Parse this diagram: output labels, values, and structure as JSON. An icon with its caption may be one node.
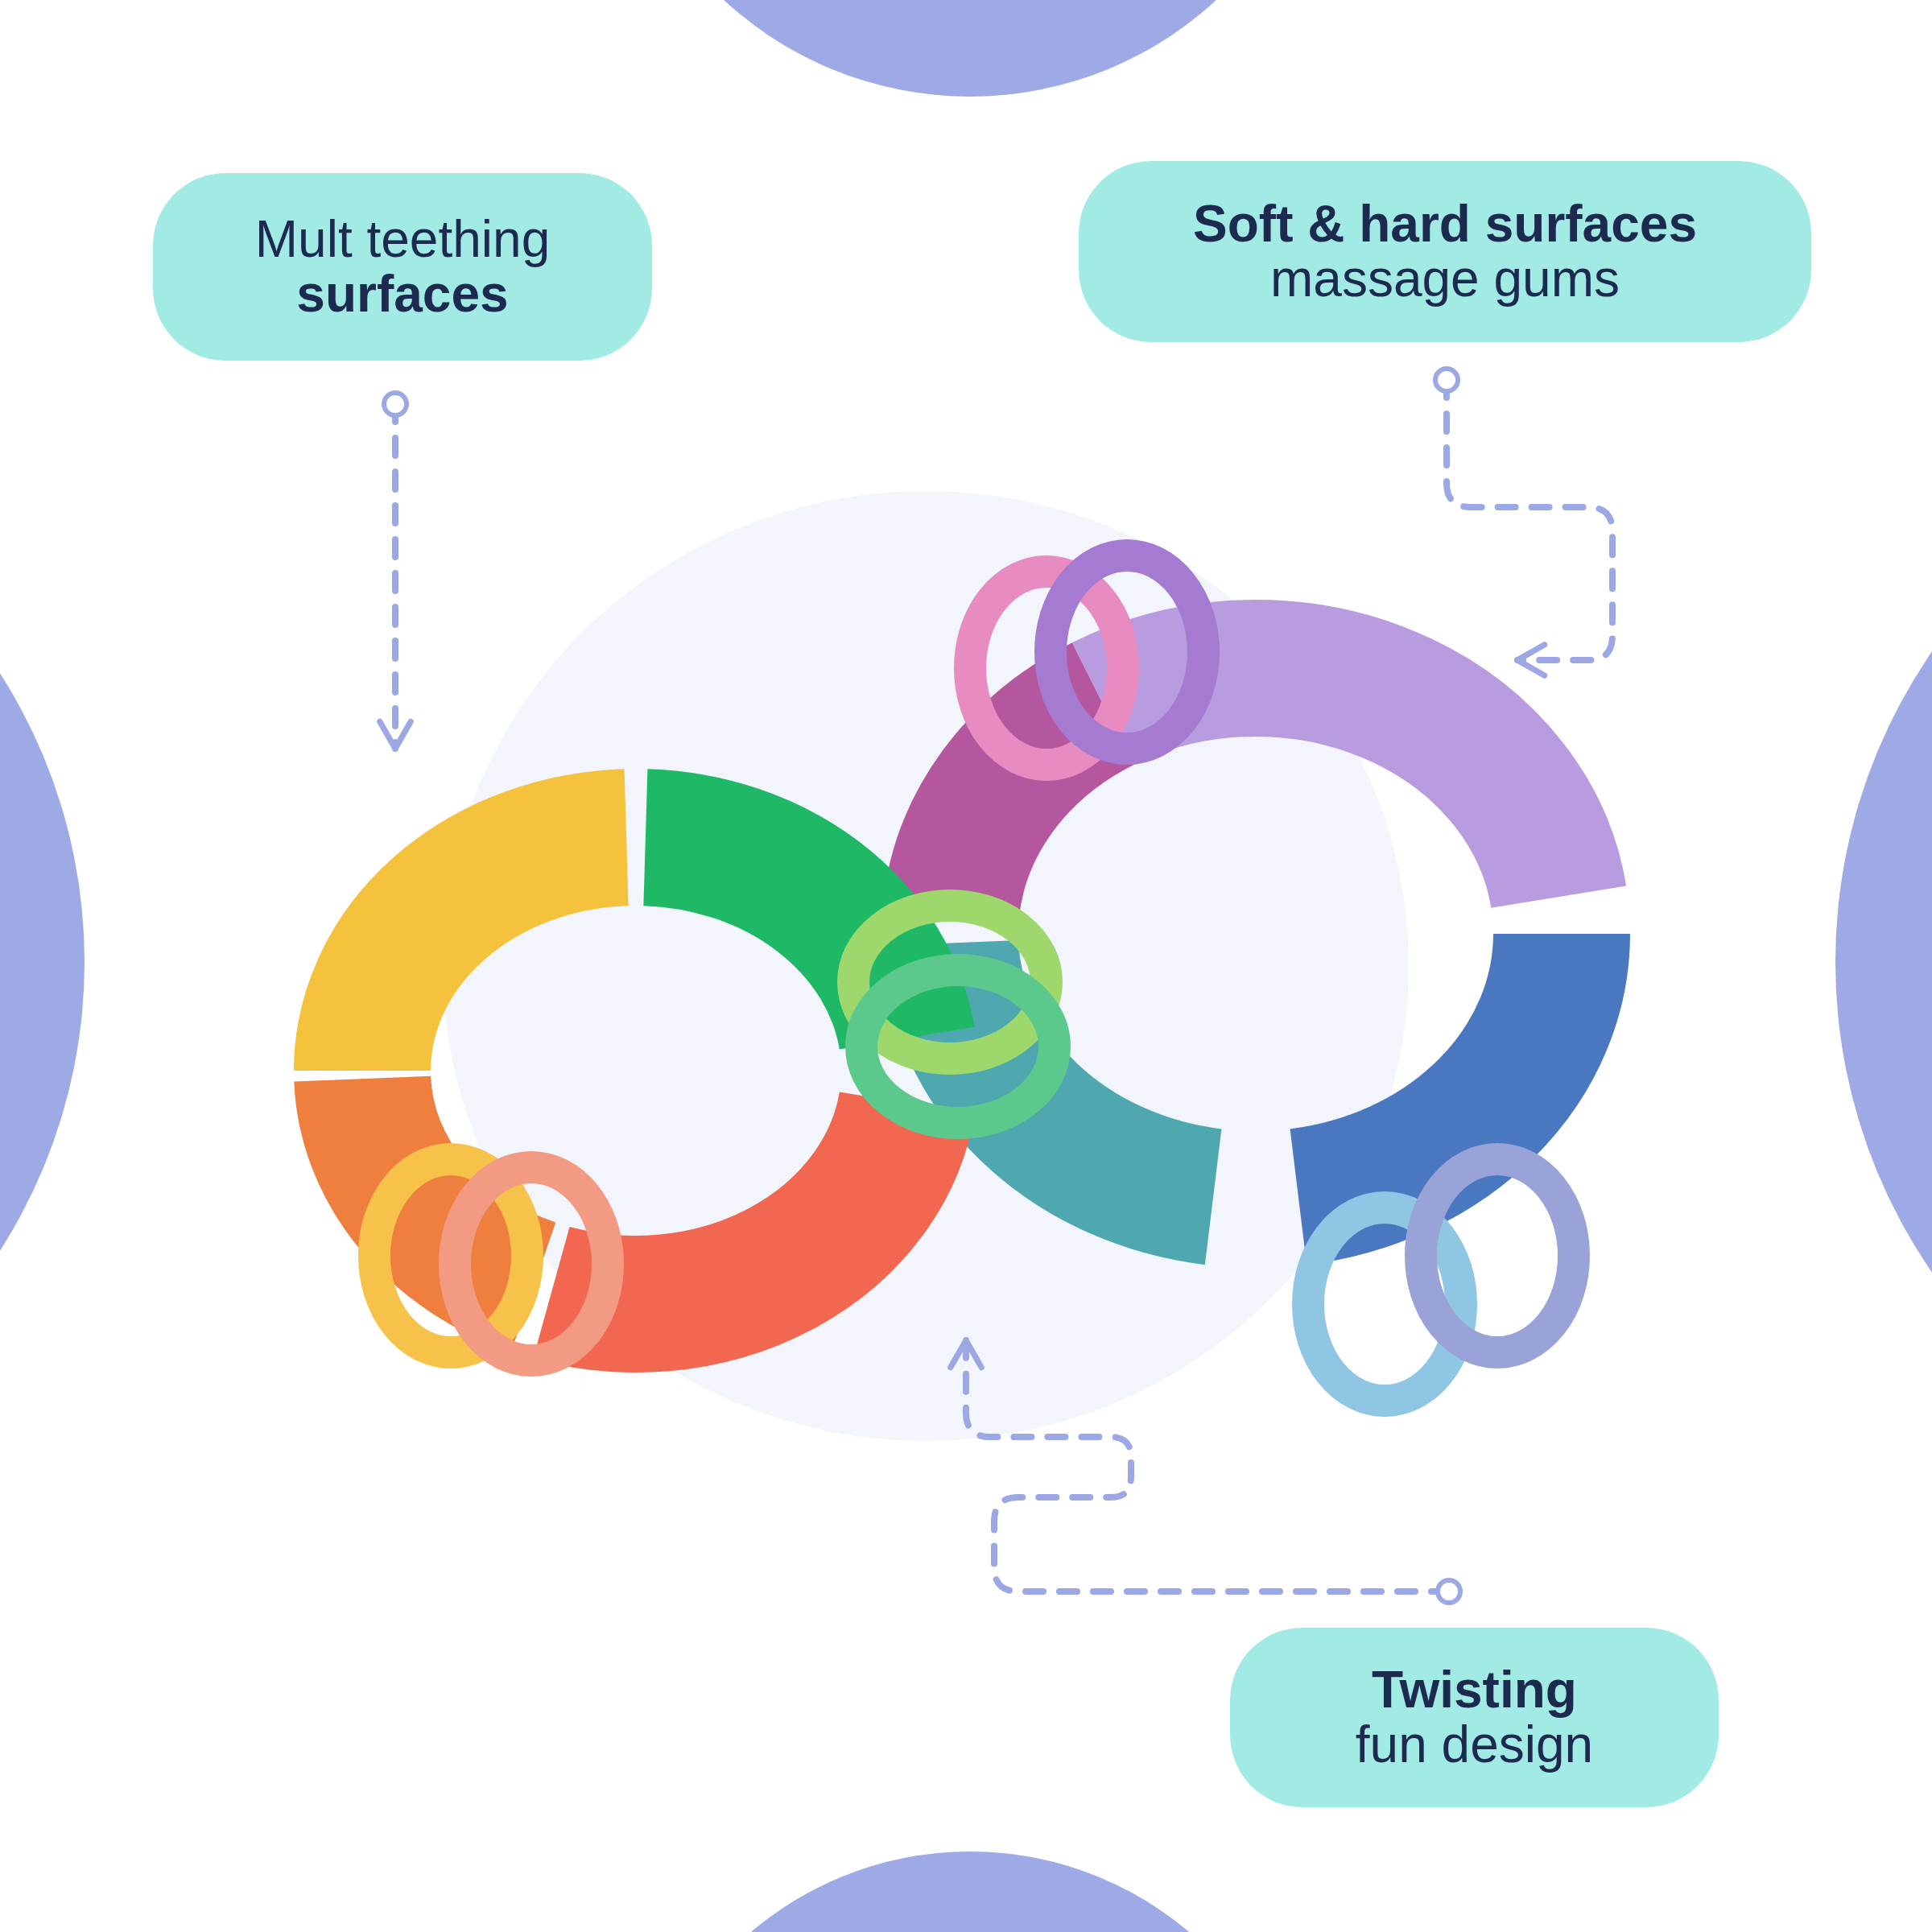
{
  "diagram": {
    "nodes": [
      {
        "text": [
          "Mult teething **surfaces**"
        ]
      },
      {
        "text": [
          "**Soft & hard surfaces** massage gums"
        ]
      },
      {
        "text": [
          "**Twisting** fun design"
        ]
      },
      {
        "text": [],
        "shape": "picture"
      },
      {
        "text": [],
        "shape": "picture"
      },
      {
        "text": [],
        "shape": "picture"
      }
    ],
    "edges": [
      {
        "from": 0,
        "to": 3,
        "arrow": "to",
        "style": "dashed"
      },
      {
        "from": 1,
        "to": 4,
        "arrow": "to",
        "style": "dashed"
      },
      {
        "from": 2,
        "to": 5,
        "arrow": "to",
        "style": "dashed"
      }
    ]
  }
}
